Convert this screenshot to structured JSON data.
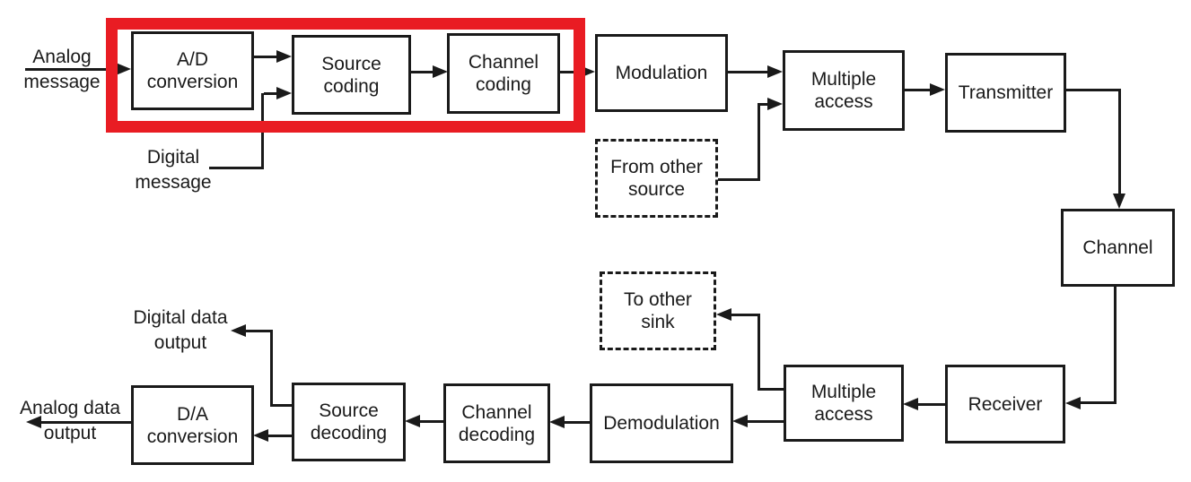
{
  "diagram": {
    "background_color": "#ffffff",
    "line_color": "#1a1a1a",
    "highlight": {
      "color": "#e91c23",
      "encloses": [
        "ad_conversion",
        "source_coding",
        "channel_coding"
      ]
    },
    "nodes": {
      "ad_conversion": {
        "label": "A/D conversion",
        "style": "solid"
      },
      "source_coding": {
        "label": "Source coding",
        "style": "solid"
      },
      "channel_coding": {
        "label": "Channel coding",
        "style": "solid"
      },
      "modulation": {
        "label": "Modulation",
        "style": "solid"
      },
      "multiple_access_tx": {
        "label": "Multiple access",
        "style": "solid"
      },
      "transmitter": {
        "label": "Transmitter",
        "style": "solid"
      },
      "channel": {
        "label": "Channel",
        "style": "solid"
      },
      "receiver": {
        "label": "Receiver",
        "style": "solid"
      },
      "multiple_access_rx": {
        "label": "Multiple access",
        "style": "solid"
      },
      "demodulation": {
        "label": "Demodulation",
        "style": "solid"
      },
      "channel_decoding": {
        "label": "Channel decoding",
        "style": "solid"
      },
      "source_decoding": {
        "label": "Source decoding",
        "style": "solid"
      },
      "da_conversion": {
        "label": "D/A conversion",
        "style": "solid"
      },
      "from_other_source": {
        "label": "From other source",
        "style": "dashed"
      },
      "to_other_sink": {
        "label": "To other sink",
        "style": "dashed"
      }
    },
    "float_labels": {
      "analog_message": "Analog message",
      "digital_message": "Digital message",
      "digital_data_output": "Digital data output",
      "analog_data_output": "Analog data output"
    },
    "edges": [
      {
        "from": "analog_message",
        "to": "ad_conversion"
      },
      {
        "from": "ad_conversion",
        "to": "source_coding"
      },
      {
        "from": "digital_message",
        "to": "source_coding"
      },
      {
        "from": "source_coding",
        "to": "channel_coding"
      },
      {
        "from": "channel_coding",
        "to": "modulation"
      },
      {
        "from": "modulation",
        "to": "multiple_access_tx"
      },
      {
        "from": "from_other_source",
        "to": "multiple_access_tx"
      },
      {
        "from": "multiple_access_tx",
        "to": "transmitter"
      },
      {
        "from": "transmitter",
        "to": "channel"
      },
      {
        "from": "channel",
        "to": "receiver"
      },
      {
        "from": "receiver",
        "to": "multiple_access_rx"
      },
      {
        "from": "multiple_access_rx",
        "to": "to_other_sink"
      },
      {
        "from": "multiple_access_rx",
        "to": "demodulation"
      },
      {
        "from": "demodulation",
        "to": "channel_decoding"
      },
      {
        "from": "channel_decoding",
        "to": "source_decoding"
      },
      {
        "from": "source_decoding",
        "to": "digital_data_output"
      },
      {
        "from": "source_decoding",
        "to": "da_conversion"
      },
      {
        "from": "da_conversion",
        "to": "analog_data_output"
      }
    ]
  }
}
